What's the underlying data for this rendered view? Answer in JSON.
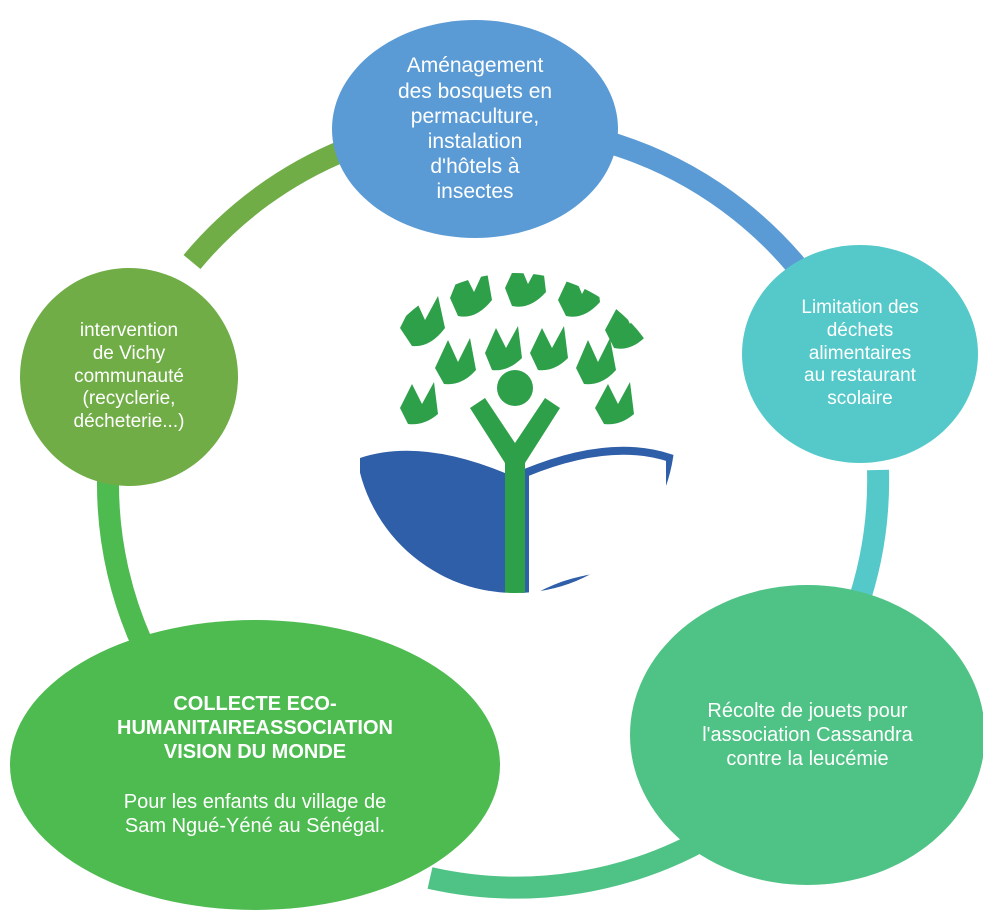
{
  "diagram": {
    "nodes": [
      {
        "id": "top",
        "text": "Aménagement\ndes bosquets en\npermaculture,\ninstalation\nd'hôtels à\ninsectes",
        "color": "#5b9bd5"
      },
      {
        "id": "right",
        "text": "Limitation des\ndéchets\nalimentaires\nau restaurant\nscolaire",
        "color": "#55c9c9"
      },
      {
        "id": "bottom-right",
        "text": "Récolte de jouets pour\nl'association Cassandra\ncontre la leucémie",
        "color": "#4fc386"
      },
      {
        "id": "bottom-left",
        "title": "COLLECTE ECO-\nHUMANITAIREASSOCIATION\nVISION DU MONDE",
        "text": "Pour les enfants du village de\nSam Ngué-Yéné au Sénégal.",
        "color": "#4dbb4f"
      },
      {
        "id": "left",
        "text": "intervention\nde Vichy\ncommunauté\n(recyclerie,\ndécheterie...)",
        "color": "#70ad47"
      }
    ],
    "ring_colors": [
      "#5b9bd5",
      "#55c9c9",
      "#4fc386",
      "#4dbb4f",
      "#70ad47"
    ]
  },
  "logo": {
    "name": "eco-school-logo",
    "tree_color": "#2ea04a",
    "book_color": "#2f5fa8"
  }
}
